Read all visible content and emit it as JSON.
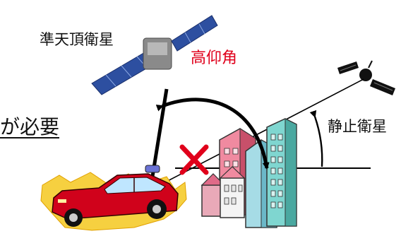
{
  "labels": {
    "qzss": "準天頂衛星",
    "high_elevation": "高仰角",
    "geostationary": "静止衛星",
    "need_partial": "が必要"
  },
  "colors": {
    "elevation_text": "#e0001b",
    "blocked_cross": "#e0001b",
    "arrow": "#000000",
    "car_body": "#d0021b",
    "building_teal": "#7fd6d0",
    "building_pink": "#f08aa0"
  },
  "icons": {
    "satellite_qzss": "satellite-icon",
    "satellite_geo": "satellite-icon",
    "car": "car-icon",
    "buildings": "city-buildings-icon",
    "cross": "blocked-cross-icon"
  }
}
